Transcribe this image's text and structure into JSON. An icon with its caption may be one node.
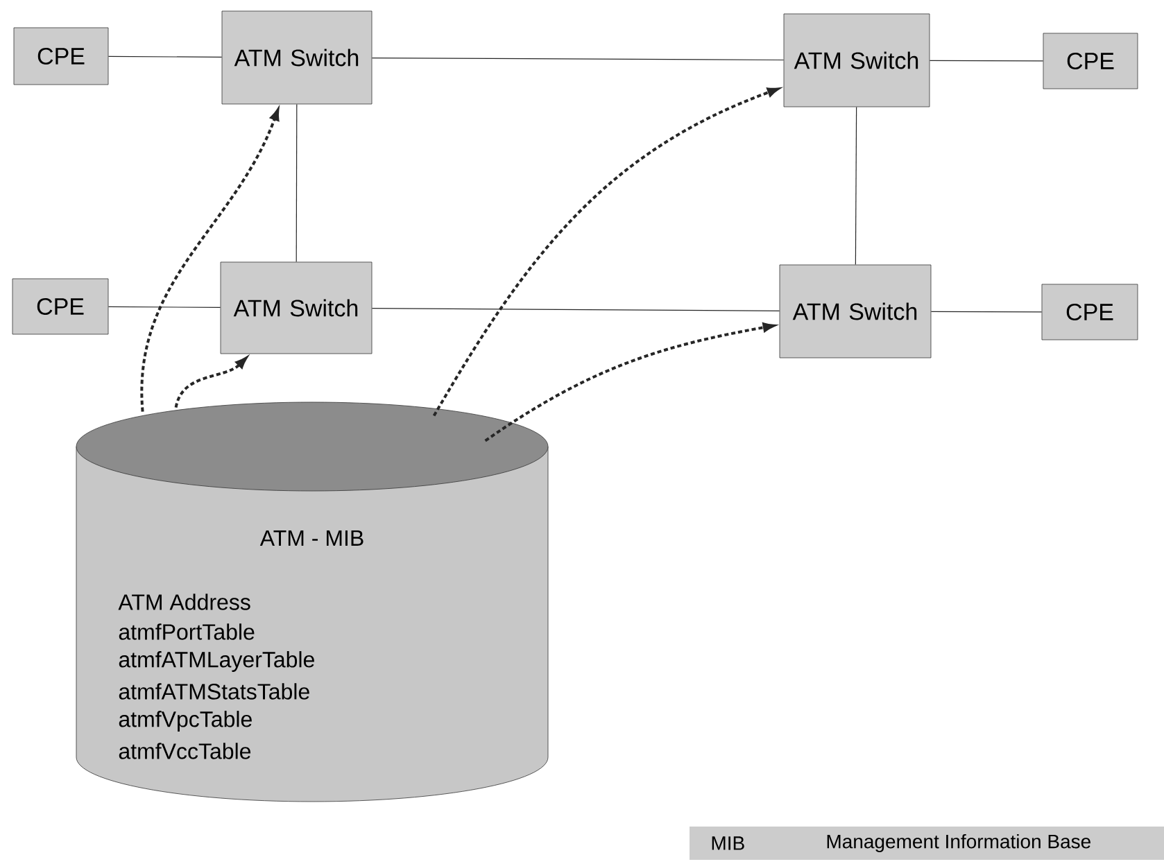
{
  "diagram": {
    "nodes": [
      {
        "text": [
          "CPE"
        ]
      },
      {
        "text": [
          "ATM Switch"
        ]
      },
      {
        "text": [
          "ATM Switch"
        ]
      },
      {
        "text": [
          "CPE"
        ]
      },
      {
        "text": [
          "CPE"
        ]
      },
      {
        "text": [
          "ATM Switch"
        ]
      },
      {
        "text": [
          "ATM Switch"
        ]
      },
      {
        "text": [
          "CPE"
        ]
      },
      {
        "text": [
          "ATM - MIB",
          "ATM Address",
          "atmfPortTable",
          "atmfATMLayerTable",
          "atmfATMStatsTable",
          "atmfVpcTable",
          "atmfVccTable"
        ]
      }
    ],
    "edges": [
      {
        "from": 0,
        "to": 1,
        "arrow": "none"
      },
      {
        "from": 1,
        "to": 2,
        "arrow": "none"
      },
      {
        "from": 2,
        "to": 3,
        "arrow": "none"
      },
      {
        "from": 1,
        "to": 5,
        "arrow": "none"
      },
      {
        "from": 2,
        "to": 6,
        "arrow": "none"
      },
      {
        "from": 4,
        "to": 5,
        "arrow": "none"
      },
      {
        "from": 5,
        "to": 6,
        "arrow": "none"
      },
      {
        "from": 6,
        "to": 7,
        "arrow": "none"
      },
      {
        "from": 8,
        "to": 1,
        "arrow": "to",
        "style": "dashed"
      },
      {
        "from": 8,
        "to": 5,
        "arrow": "to",
        "style": "dashed"
      },
      {
        "from": 8,
        "to": 2,
        "arrow": "to",
        "style": "dashed"
      },
      {
        "from": 8,
        "to": 6,
        "arrow": "to",
        "style": "dashed"
      }
    ],
    "labels": [
      "MIB",
      "Management Information Base"
    ]
  }
}
